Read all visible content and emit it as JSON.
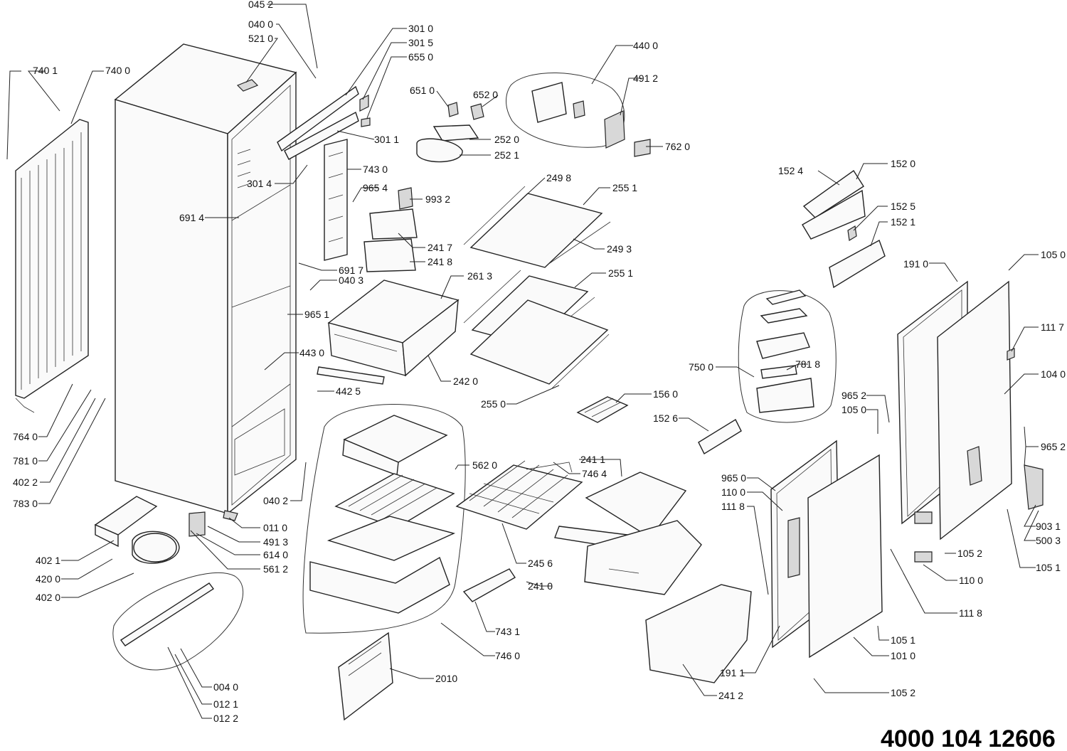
{
  "document_number": "4000 104 12606",
  "labels": {
    "p0452": "045 2",
    "p0400": "040 0",
    "p5210": "521 0",
    "p7401": "740 1",
    "p7400": "740 0",
    "p3010": "301 0",
    "p3015": "301 5",
    "p6550": "655 0",
    "p6510": "651 0",
    "p6520": "652 0",
    "p4400": "440 0",
    "p4912": "491 2",
    "p2520": "252 0",
    "p2521": "252 1",
    "p3011": "301 1",
    "p7620": "762 0",
    "p7430": "743 0",
    "p2498": "249 8",
    "p2551": "255 1",
    "p3014": "301 4",
    "p9654": "965 4",
    "p9932": "993 2",
    "p1524": "152 4",
    "p1520": "152 0",
    "p1525": "152 5",
    "p1521": "152 1",
    "p6914": "691 4",
    "p2417": "241 7",
    "p2418": "241 8",
    "p2493": "249 3",
    "p6917": "691 7",
    "p0403": "040 3",
    "p2613": "261 3",
    "p2551b": "255 1",
    "p1050a": "105 0",
    "p1910": "191 0",
    "p1117": "111 7",
    "p9651": "965 1",
    "p4430": "443 0",
    "p7500": "750 0",
    "p7818": "781 8",
    "p1040": "104 0",
    "p2420": "242 0",
    "p4425": "442 5",
    "p1560": "156 0",
    "p2550": "255 0",
    "p9652a": "965 2",
    "p1050b": "105 0",
    "p7640": "764 0",
    "p1526": "152 6",
    "p9652b": "965 2",
    "p7810": "781 0",
    "p5620": "562 0",
    "p2411": "241 1",
    "p4022": "402 2",
    "p7464": "746 4",
    "p9650": "965 0",
    "p1100a": "110 0",
    "p0402": "040 2",
    "p7830": "783 0",
    "p1118a": "111 8",
    "p9031": "903 1",
    "p5003": "500 3",
    "p0110": "011 0",
    "p4913": "491 3",
    "p4021": "402 1",
    "p6140": "614 0",
    "p1052a": "105 2",
    "p5612": "561 2",
    "p2456": "245 6",
    "p1051a": "105 1",
    "p4200": "420 0",
    "p1100b": "110 0",
    "p2410": "241 0",
    "p4020": "402 0",
    "p1118b": "111 8",
    "p7431": "743 1",
    "p1051b": "105 1",
    "p7460": "746 0",
    "p1911": "191 1",
    "p1010": "101 0",
    "p2010": "2010",
    "p0040": "004 0",
    "p2412": "241 2",
    "p1052b": "105 2",
    "p0121": "012 1",
    "p0122": "012 2"
  }
}
